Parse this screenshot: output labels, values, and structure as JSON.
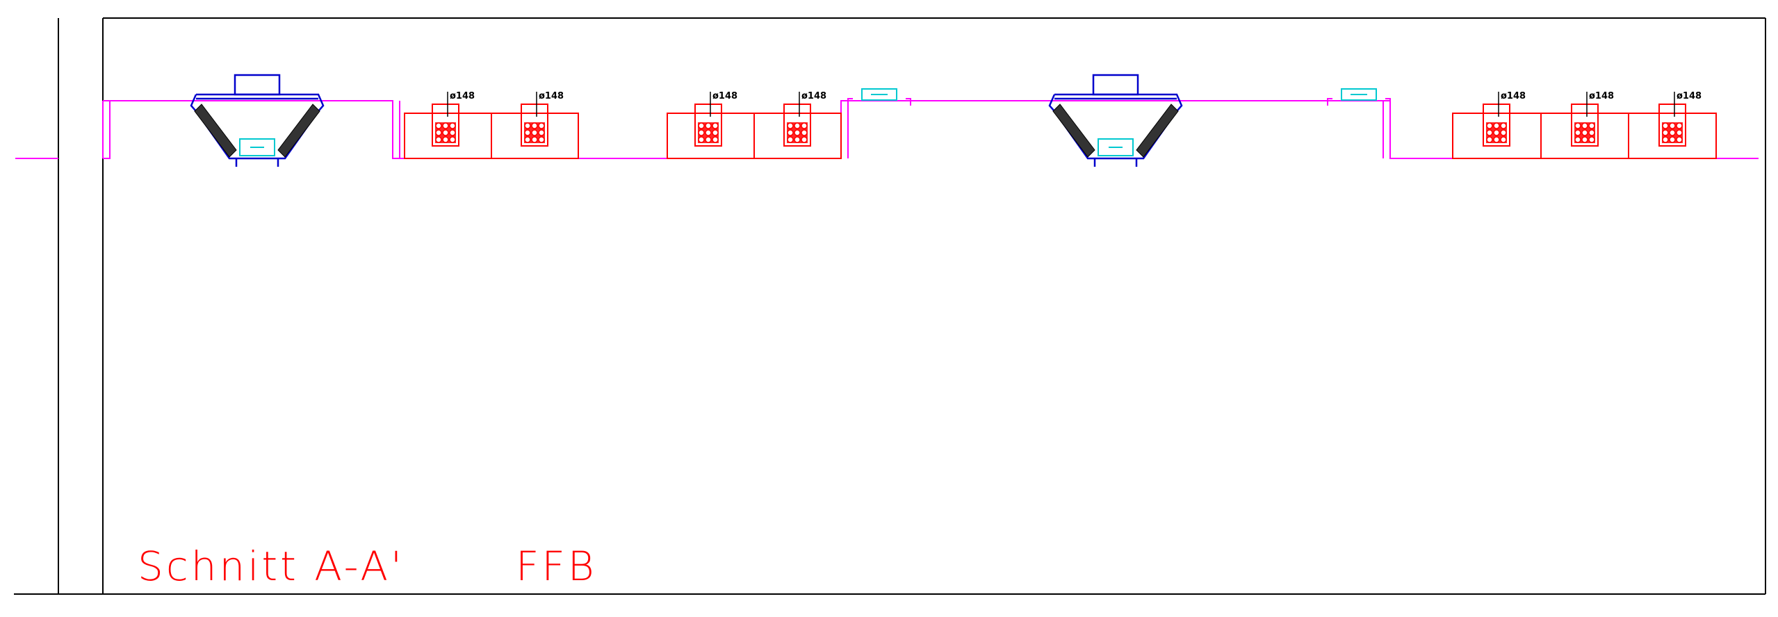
{
  "title": {
    "section_label": "Schnitt A-A'",
    "level_label": "FFB"
  },
  "dimension_label": "ø148",
  "colors": {
    "frame": "#000000",
    "floor_line": "#ff00ff",
    "duct_box": "#ff0000",
    "unit_housing": "#0000cc",
    "grille": "#00c8d0",
    "coil": "#333333",
    "title": "#ff0000"
  },
  "components": {
    "ceiling_units": [
      "cassette-unit-left",
      "cassette-unit-middle"
    ],
    "floor_grilles": [
      "floor-grille-left",
      "floor-grille-right"
    ],
    "duct_groups": [
      {
        "name": "duct-group-1",
        "boxes": 2
      },
      {
        "name": "duct-group-2",
        "boxes": 2
      },
      {
        "name": "duct-group-3",
        "boxes": 3
      }
    ]
  }
}
